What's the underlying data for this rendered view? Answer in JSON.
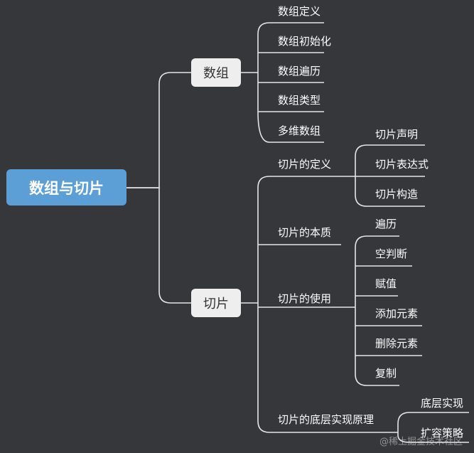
{
  "root": {
    "label": "数组与切片"
  },
  "array": {
    "label": "数组",
    "children": [
      "数组定义",
      "数组初始化",
      "数组遍历",
      "数组类型",
      "多维数组"
    ]
  },
  "slice": {
    "label": "切片",
    "definition": {
      "label": "切片的定义",
      "children": [
        "切片声明",
        "切片表达式",
        "切片构造"
      ]
    },
    "essence": {
      "label": "切片的本质"
    },
    "usage": {
      "label": "切片的使用",
      "children": [
        "遍历",
        "空判断",
        "赋值",
        "添加元素",
        "删除元素",
        "复制"
      ]
    },
    "internals": {
      "label": "切片的底层实现原理",
      "children": [
        "底层实现",
        "扩容策略"
      ]
    }
  },
  "watermark": "@稀土掘金技术社区"
}
